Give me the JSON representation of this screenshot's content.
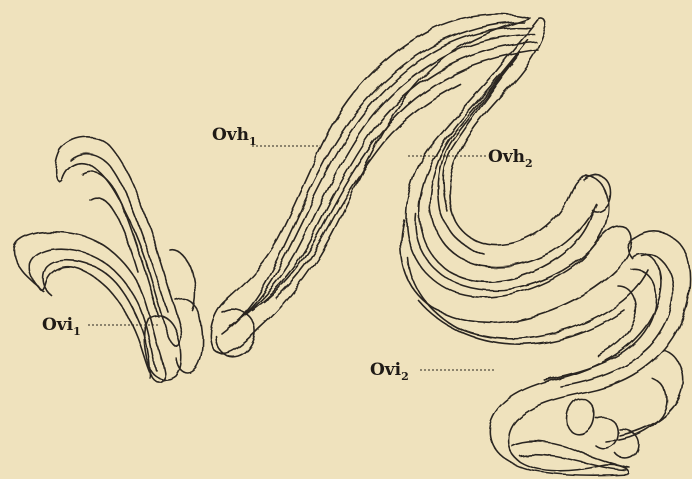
{
  "figure": {
    "labels": {
      "ovh1": {
        "base": "Ovh",
        "sub": "1"
      },
      "ovh2": {
        "base": "Ovh",
        "sub": "2"
      },
      "ovi1": {
        "base": "Ovi",
        "sub": "1"
      },
      "ovi2": {
        "base": "Ovi",
        "sub": "2"
      }
    }
  }
}
